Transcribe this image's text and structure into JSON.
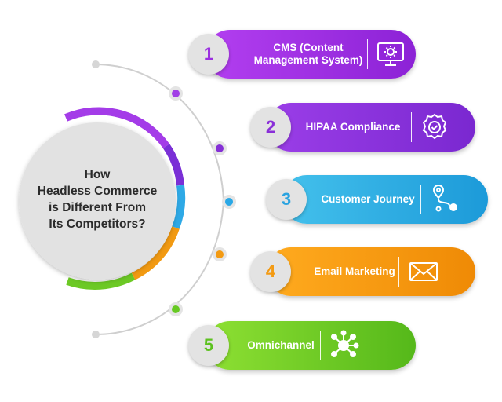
{
  "hub": {
    "lines": [
      "How",
      "Headless Commerce",
      "is Different From",
      "Its Competitors?"
    ]
  },
  "items": [
    {
      "number": "1",
      "label_line1": "CMS (Content",
      "label_line2": "Management System)",
      "icon": "monitor-gear-icon",
      "color_start": "#b33ff0",
      "color_end": "#8c22d6"
    },
    {
      "number": "2",
      "label_line1": "HIPAA Compliance",
      "label_line2": "",
      "icon": "gear-check-badge-icon",
      "color_start": "#9b3ee8",
      "color_end": "#7a28d0"
    },
    {
      "number": "3",
      "label_line1": "Customer Journey",
      "label_line2": "",
      "icon": "route-map-icon",
      "color_start": "#44c1ec",
      "color_end": "#1c9ad9"
    },
    {
      "number": "4",
      "label_line1": "Email Marketing",
      "label_line2": "",
      "icon": "envelope-icon",
      "color_start": "#ffab1f",
      "color_end": "#ef8a05"
    },
    {
      "number": "5",
      "label_line1": "Omnichannel",
      "label_line2": "",
      "icon": "network-nodes-icon",
      "color_start": "#8ee033",
      "color_end": "#55b81a"
    }
  ],
  "colors": {
    "number_text": [
      "#9b2fe0",
      "#8a2fd8",
      "#2aa3e0",
      "#f39a12",
      "#5cc11f"
    ],
    "arc": "#cfcfcf",
    "hub_fill": "#e2e2e2"
  }
}
